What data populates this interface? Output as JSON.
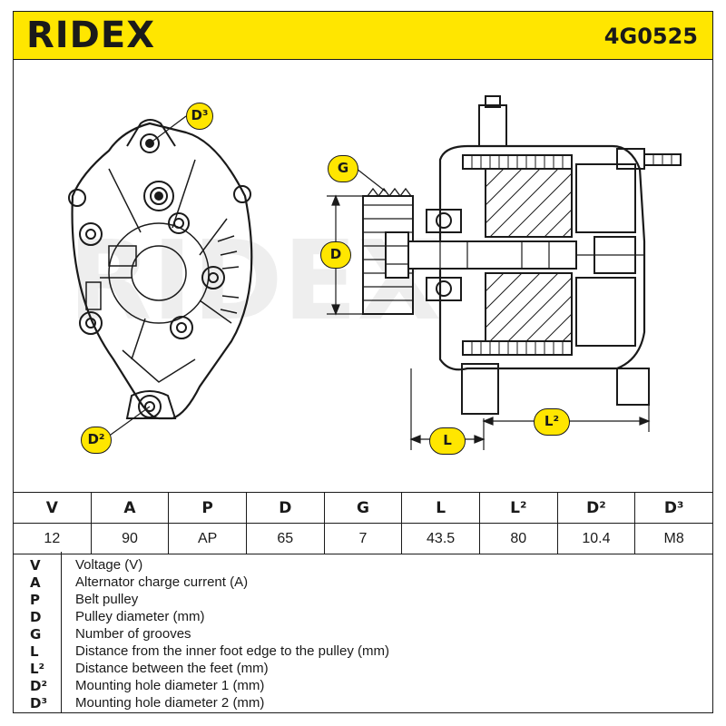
{
  "header": {
    "brand": "RIDEX",
    "part_number": "4G0525"
  },
  "drawing_labels": {
    "d3": "D³",
    "g": "G",
    "d": "D",
    "l2": "L²",
    "l": "L",
    "d2": "D²"
  },
  "spec_table": {
    "headers": [
      "V",
      "A",
      "P",
      "D",
      "G",
      "L",
      "L²",
      "D²",
      "D³"
    ],
    "values": [
      "12",
      "90",
      "AP",
      "65",
      "7",
      "43.5",
      "80",
      "10.4",
      "M8"
    ]
  },
  "legend": [
    {
      "key": "V",
      "desc": "Voltage (V)"
    },
    {
      "key": "A",
      "desc": "Alternator charge current (A)"
    },
    {
      "key": "P",
      "desc": "Belt pulley"
    },
    {
      "key": "D",
      "desc": "Pulley diameter (mm)"
    },
    {
      "key": "G",
      "desc": "Number of grooves"
    },
    {
      "key": "L",
      "desc": "Distance from the inner foot edge to the pulley (mm)"
    },
    {
      "key": "L²",
      "desc": "Distance between the feet (mm)"
    },
    {
      "key": "D²",
      "desc": "Mounting hole diameter 1 (mm)"
    },
    {
      "key": "D³",
      "desc": "Mounting hole diameter 2 (mm)"
    }
  ],
  "colors": {
    "accent": "#ffe600",
    "line": "#1a1a1a"
  }
}
